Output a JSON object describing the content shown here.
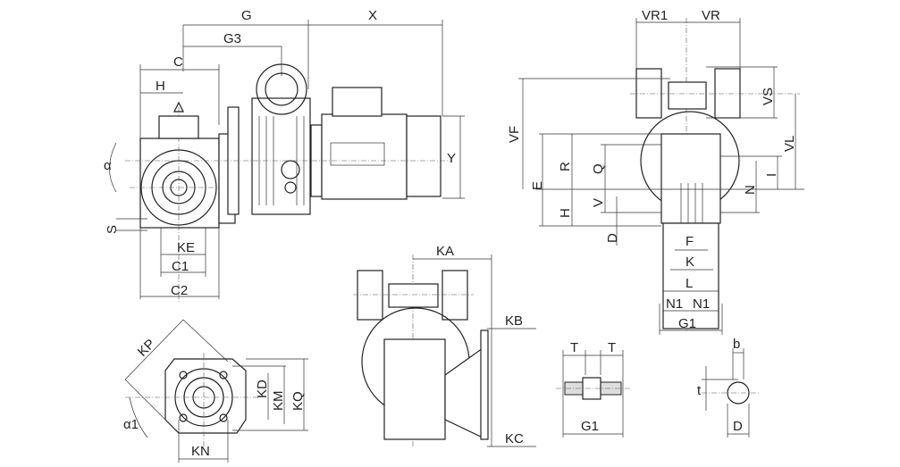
{
  "side_view": {
    "G": "G",
    "X": "X",
    "G3": "G3",
    "C": "C",
    "H": "H",
    "alpha": "α",
    "S": "S",
    "KE": "KE",
    "C1": "C1",
    "C2": "C2",
    "Y": "Y"
  },
  "front_view": {
    "VR1": "VR1",
    "VR": "VR",
    "VS": "VS",
    "VL": "VL",
    "VF": "VF",
    "R": "R",
    "Q": "Q",
    "E": "E",
    "H": "H",
    "V": "V",
    "D": "D",
    "I": "I",
    "N": "N",
    "F": "F",
    "K": "K",
    "L": "L",
    "N1a": "N1",
    "N1b": "N1",
    "G1": "G1"
  },
  "motor_view": {
    "KA": "KA",
    "KB": "KB",
    "KC": "KC"
  },
  "flange_view": {
    "KP": "KP",
    "KD": "KD",
    "KM": "KM",
    "KQ": "KQ",
    "alpha1": "α1",
    "KN": "KN"
  },
  "shaft_detail": {
    "T1": "T",
    "T2": "T",
    "G1": "G1"
  },
  "key_detail": {
    "b": "b",
    "t": "t",
    "D": "D"
  }
}
